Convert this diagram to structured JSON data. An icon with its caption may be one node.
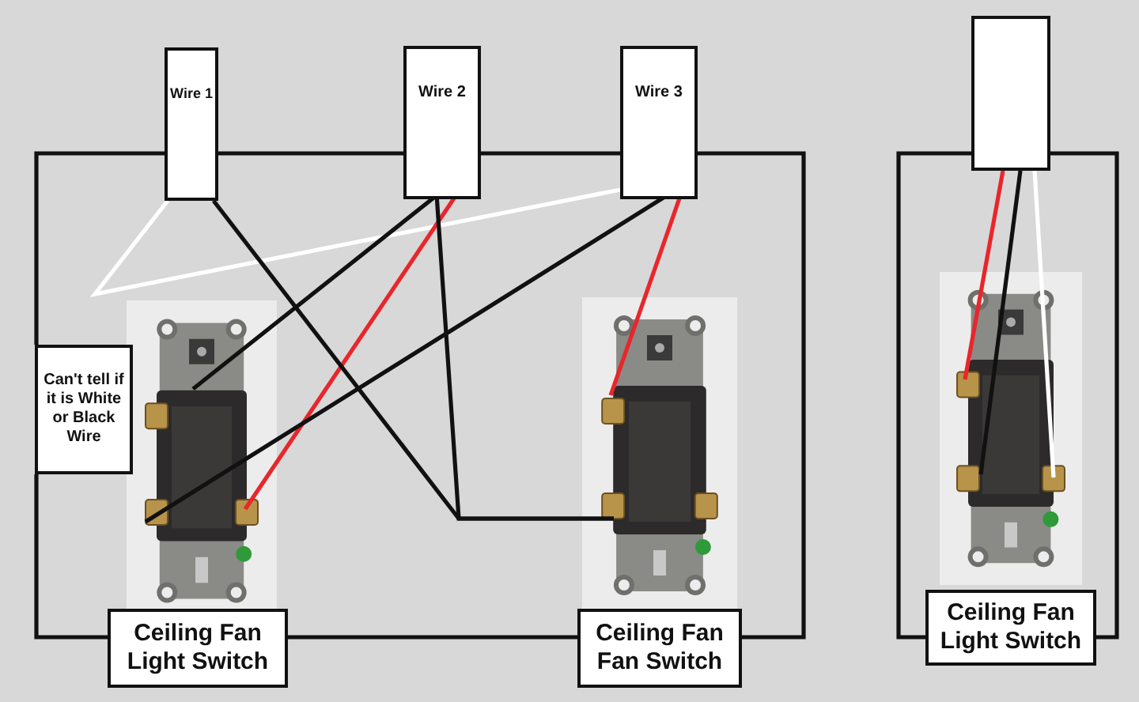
{
  "diagram": {
    "nodes": [
      {
        "text": [
          "Wire 1"
        ]
      },
      {
        "text": [
          "Wire 2"
        ]
      },
      {
        "text": [
          "Wire 3"
        ]
      },
      {
        "text": [],
        "shape": "box"
      },
      {
        "text": [],
        "shape": "picture"
      },
      {
        "text": [],
        "shape": "picture"
      },
      {
        "text": [],
        "shape": "picture"
      },
      {
        "text": [
          "Can't tell if it is White or Black Wire"
        ]
      },
      {
        "text": [
          "Ceiling Fan Light Switch"
        ]
      },
      {
        "text": [
          "Ceiling Fan Fan Switch"
        ]
      },
      {
        "text": [
          "Ceiling Fan Light Switch"
        ]
      }
    ],
    "edges": [
      {
        "from": 0,
        "to": 1,
        "arrow": "none"
      },
      {
        "from": 1,
        "to": 2,
        "arrow": "none"
      },
      {
        "from": 2,
        "to": 9,
        "arrow": "none"
      },
      {
        "from": 9,
        "to": 8,
        "arrow": "none"
      },
      {
        "from": 8,
        "to": 7,
        "arrow": "none"
      },
      {
        "from": 7,
        "to": 0,
        "arrow": "none"
      },
      {
        "from": 3,
        "to": 10,
        "arrow": "none"
      },
      {
        "from": 3,
        "to": 10,
        "arrow": "none"
      },
      {
        "from": 0,
        "to": 2,
        "arrow": "none",
        "color": "#ffffff"
      },
      {
        "from": 1,
        "to": 4,
        "arrow": "none"
      },
      {
        "from": 1,
        "to": 4,
        "arrow": "none",
        "color": "#e8262b"
      },
      {
        "from": 0,
        "to": 5,
        "arrow": "none"
      },
      {
        "from": 1,
        "to": 5,
        "arrow": "none"
      },
      {
        "from": 2,
        "to": 4,
        "arrow": "none"
      },
      {
        "from": 2,
        "to": 5,
        "arrow": "none",
        "color": "#e8262b"
      },
      {
        "from": 3,
        "to": 6,
        "arrow": "none",
        "color": "#e8262b"
      },
      {
        "from": 3,
        "to": 6,
        "arrow": "none"
      },
      {
        "from": 3,
        "to": 6,
        "arrow": "none",
        "color": "#ffffff"
      }
    ]
  }
}
